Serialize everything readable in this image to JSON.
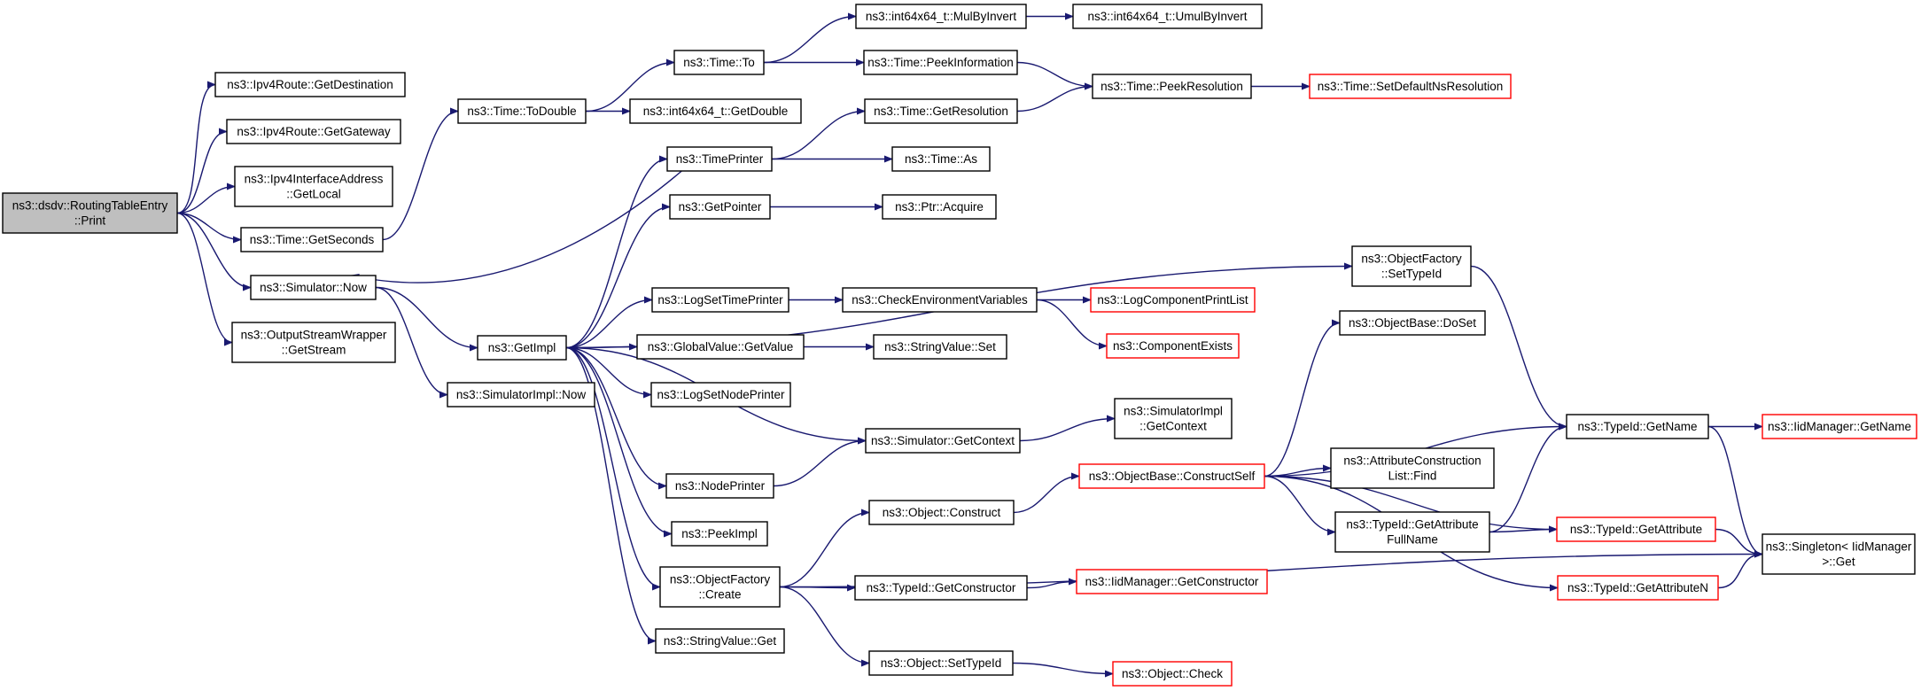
{
  "colors": {
    "edge": "#191970",
    "node_border": "#000000",
    "truncated_border": "#ff0000",
    "root_fill": "#bfbfbf",
    "node_fill": "#ffffff"
  },
  "nodes": [
    {
      "id": "root",
      "lines": [
        "ns3::dsdv::RoutingTableEntry",
        "::Print"
      ],
      "kind": "root"
    },
    {
      "id": "ipv4dest",
      "lines": [
        "ns3::Ipv4Route::GetDestination"
      ],
      "kind": "normal"
    },
    {
      "id": "ipv4gw",
      "lines": [
        "ns3::Ipv4Route::GetGateway"
      ],
      "kind": "normal"
    },
    {
      "id": "ifaddr",
      "lines": [
        "ns3::Ipv4InterfaceAddress",
        "::GetLocal"
      ],
      "kind": "normal"
    },
    {
      "id": "getseconds",
      "lines": [
        "ns3::Time::GetSeconds"
      ],
      "kind": "normal"
    },
    {
      "id": "simnow",
      "lines": [
        "ns3::Simulator::Now"
      ],
      "kind": "normal"
    },
    {
      "id": "osw",
      "lines": [
        "ns3::OutputStreamWrapper",
        "::GetStream"
      ],
      "kind": "normal"
    },
    {
      "id": "todouble",
      "lines": [
        "ns3::Time::ToDouble"
      ],
      "kind": "normal"
    },
    {
      "id": "getimpl",
      "lines": [
        "ns3::GetImpl"
      ],
      "kind": "normal"
    },
    {
      "id": "simimplnow",
      "lines": [
        "ns3::SimulatorImpl::Now"
      ],
      "kind": "normal"
    },
    {
      "id": "timeto",
      "lines": [
        "ns3::Time::To"
      ],
      "kind": "normal"
    },
    {
      "id": "i64getdouble",
      "lines": [
        "ns3::int64x64_t::GetDouble"
      ],
      "kind": "normal"
    },
    {
      "id": "timeprinter",
      "lines": [
        "ns3::TimePrinter"
      ],
      "kind": "normal"
    },
    {
      "id": "getpointer",
      "lines": [
        "ns3::GetPointer"
      ],
      "kind": "normal"
    },
    {
      "id": "logsettime",
      "lines": [
        "ns3::LogSetTimePrinter"
      ],
      "kind": "normal"
    },
    {
      "id": "gvgetvalue",
      "lines": [
        "ns3::GlobalValue::GetValue"
      ],
      "kind": "normal"
    },
    {
      "id": "logsetnode",
      "lines": [
        "ns3::LogSetNodePrinter"
      ],
      "kind": "normal"
    },
    {
      "id": "nodeprinter",
      "lines": [
        "ns3::NodePrinter"
      ],
      "kind": "normal"
    },
    {
      "id": "peekimpl",
      "lines": [
        "ns3::PeekImpl"
      ],
      "kind": "normal"
    },
    {
      "id": "ofcreate",
      "lines": [
        "ns3::ObjectFactory",
        "::Create"
      ],
      "kind": "normal"
    },
    {
      "id": "svget",
      "lines": [
        "ns3::StringValue::Get"
      ],
      "kind": "normal"
    },
    {
      "id": "mulbyinvert",
      "lines": [
        "ns3::int64x64_t::MulByInvert"
      ],
      "kind": "normal"
    },
    {
      "id": "peekinfo",
      "lines": [
        "ns3::Time::PeekInformation"
      ],
      "kind": "normal"
    },
    {
      "id": "getres",
      "lines": [
        "ns3::Time::GetResolution"
      ],
      "kind": "normal"
    },
    {
      "id": "timeas",
      "lines": [
        "ns3::Time::As"
      ],
      "kind": "normal"
    },
    {
      "id": "ptracquire",
      "lines": [
        "ns3::Ptr::Acquire"
      ],
      "kind": "normal"
    },
    {
      "id": "checkenv",
      "lines": [
        "ns3::CheckEnvironmentVariables"
      ],
      "kind": "normal"
    },
    {
      "id": "svset",
      "lines": [
        "ns3::StringValue::Set"
      ],
      "kind": "normal"
    },
    {
      "id": "simgetctx",
      "lines": [
        "ns3::Simulator::GetContext"
      ],
      "kind": "normal"
    },
    {
      "id": "objconstruct",
      "lines": [
        "ns3::Object::Construct"
      ],
      "kind": "normal"
    },
    {
      "id": "tidgetctor",
      "lines": [
        "ns3::TypeId::GetConstructor"
      ],
      "kind": "normal"
    },
    {
      "id": "objsettid",
      "lines": [
        "ns3::Object::SetTypeId"
      ],
      "kind": "normal"
    },
    {
      "id": "umulbyinvert",
      "lines": [
        "ns3::int64x64_t::UmulByInvert"
      ],
      "kind": "normal"
    },
    {
      "id": "peekres",
      "lines": [
        "ns3::Time::PeekResolution"
      ],
      "kind": "normal"
    },
    {
      "id": "setdefaultns",
      "lines": [
        "ns3::Time::SetDefaultNsResolution"
      ],
      "kind": "truncated"
    },
    {
      "id": "logcompprint",
      "lines": [
        "ns3::LogComponentPrintList"
      ],
      "kind": "truncated"
    },
    {
      "id": "compexists",
      "lines": [
        "ns3::ComponentExists"
      ],
      "kind": "truncated"
    },
    {
      "id": "simimplctx",
      "lines": [
        "ns3::SimulatorImpl",
        "::GetContext"
      ],
      "kind": "normal"
    },
    {
      "id": "obconstructself",
      "lines": [
        "ns3::ObjectBase::ConstructSelf"
      ],
      "kind": "truncated"
    },
    {
      "id": "iidgetctor",
      "lines": [
        "ns3::IidManager::GetConstructor"
      ],
      "kind": "truncated"
    },
    {
      "id": "objcheck",
      "lines": [
        "ns3::Object::Check"
      ],
      "kind": "truncated"
    },
    {
      "id": "ofsettid",
      "lines": [
        "ns3::ObjectFactory",
        "::SetTypeId"
      ],
      "kind": "normal"
    },
    {
      "id": "obdoset",
      "lines": [
        "ns3::ObjectBase::DoSet"
      ],
      "kind": "normal"
    },
    {
      "id": "acfind",
      "lines": [
        "ns3::AttributeConstruction",
        "List::Find"
      ],
      "kind": "normal"
    },
    {
      "id": "tidgetattrfull",
      "lines": [
        "ns3::TypeId::GetAttribute",
        "FullName"
      ],
      "kind": "normal"
    },
    {
      "id": "tidgetattrn",
      "lines": [
        "ns3::TypeId::GetAttributeN"
      ],
      "kind": "truncated"
    },
    {
      "id": "tidgetname",
      "lines": [
        "ns3::TypeId::GetName"
      ],
      "kind": "normal"
    },
    {
      "id": "tidgetattr",
      "lines": [
        "ns3::TypeId::GetAttribute"
      ],
      "kind": "truncated"
    },
    {
      "id": "iidgetname",
      "lines": [
        "ns3::IidManager::GetName"
      ],
      "kind": "truncated"
    },
    {
      "id": "singleton",
      "lines": [
        "ns3::Singleton< IidManager",
        ">::Get"
      ],
      "kind": "normal"
    }
  ],
  "edges": [
    [
      "root",
      "ipv4dest"
    ],
    [
      "root",
      "ipv4gw"
    ],
    [
      "root",
      "ifaddr"
    ],
    [
      "root",
      "getseconds"
    ],
    [
      "root",
      "simnow"
    ],
    [
      "root",
      "osw"
    ],
    [
      "getseconds",
      "todouble"
    ],
    [
      "simnow",
      "getimpl"
    ],
    [
      "simnow",
      "simimplnow"
    ],
    [
      "todouble",
      "timeto"
    ],
    [
      "todouble",
      "i64getdouble"
    ],
    [
      "timeto",
      "mulbyinvert"
    ],
    [
      "timeto",
      "peekinfo"
    ],
    [
      "mulbyinvert",
      "umulbyinvert"
    ],
    [
      "peekinfo",
      "peekres"
    ],
    [
      "getres",
      "peekres"
    ],
    [
      "peekres",
      "setdefaultns"
    ],
    [
      "timeprinter",
      "getres"
    ],
    [
      "timeprinter",
      "timeas"
    ],
    [
      "timeprinter",
      "simnow"
    ],
    [
      "getimpl",
      "timeprinter"
    ],
    [
      "getimpl",
      "getpointer"
    ],
    [
      "getimpl",
      "ofsettid"
    ],
    [
      "getimpl",
      "logsettime"
    ],
    [
      "getimpl",
      "gvgetvalue"
    ],
    [
      "getimpl",
      "logsetnode"
    ],
    [
      "getimpl",
      "simgetctx"
    ],
    [
      "getimpl",
      "nodeprinter"
    ],
    [
      "getimpl",
      "peekimpl"
    ],
    [
      "getimpl",
      "ofcreate"
    ],
    [
      "getimpl",
      "svget"
    ],
    [
      "getpointer",
      "ptracquire"
    ],
    [
      "logsettime",
      "checkenv"
    ],
    [
      "checkenv",
      "logcompprint"
    ],
    [
      "checkenv",
      "compexists"
    ],
    [
      "gvgetvalue",
      "svset"
    ],
    [
      "simgetctx",
      "simimplctx"
    ],
    [
      "nodeprinter",
      "simgetctx"
    ],
    [
      "ofcreate",
      "objconstruct"
    ],
    [
      "ofcreate",
      "tidgetctor"
    ],
    [
      "ofcreate",
      "objsettid"
    ],
    [
      "ofcreate",
      "singleton"
    ],
    [
      "objconstruct",
      "obconstructself"
    ],
    [
      "tidgetctor",
      "iidgetctor"
    ],
    [
      "objsettid",
      "objcheck"
    ],
    [
      "obconstructself",
      "obdoset"
    ],
    [
      "obconstructself",
      "acfind"
    ],
    [
      "obconstructself",
      "tidgetattrfull"
    ],
    [
      "obconstructself",
      "tidgetattrn"
    ],
    [
      "obconstructself",
      "tidgetname"
    ],
    [
      "obconstructself",
      "tidgetattr"
    ],
    [
      "ofsettid",
      "tidgetname"
    ],
    [
      "tidgetattrfull",
      "tidgetname"
    ],
    [
      "tidgetattrfull",
      "tidgetattr"
    ],
    [
      "tidgetname",
      "iidgetname"
    ],
    [
      "tidgetname",
      "singleton"
    ],
    [
      "tidgetattr",
      "singleton"
    ],
    [
      "tidgetattrn",
      "singleton"
    ]
  ]
}
